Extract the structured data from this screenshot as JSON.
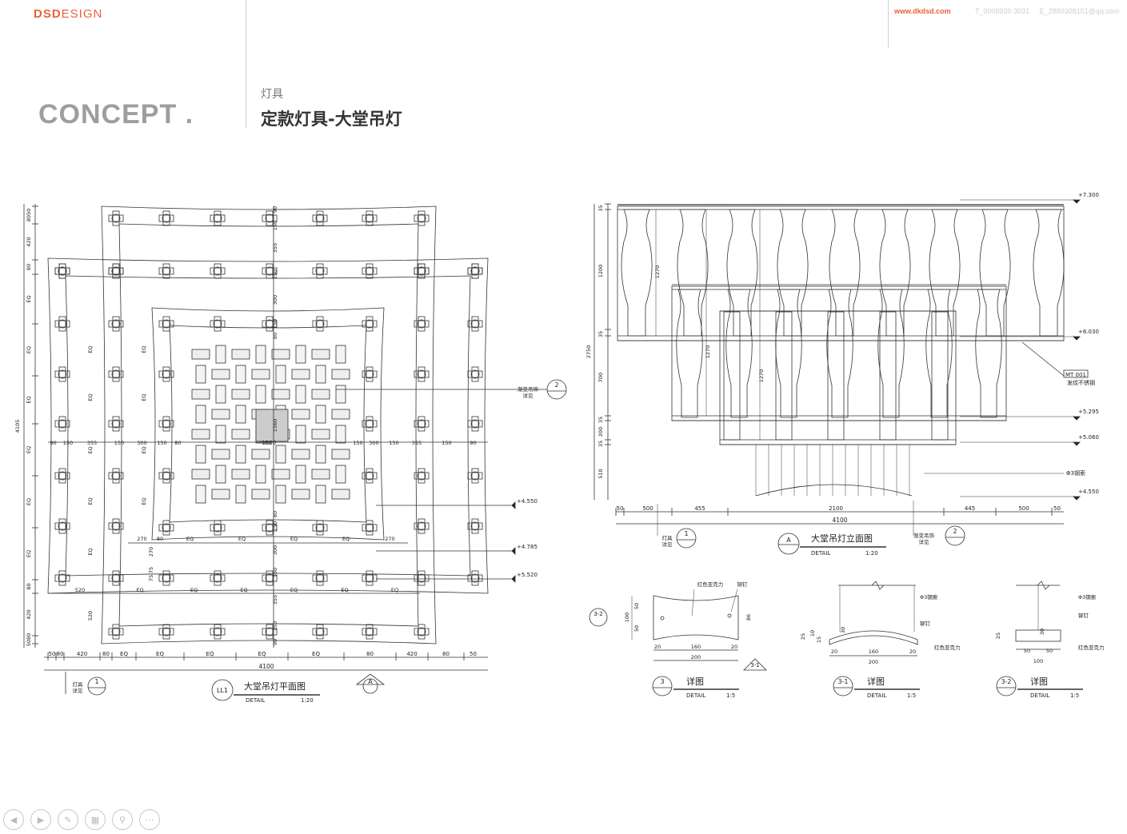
{
  "header": {
    "brand_bold": "DSD",
    "brand_rest": "ESIGN",
    "website": "www.dkdsd.com",
    "phone": "T_0008930 3031",
    "email": "E_2880308151@qq.com"
  },
  "section": {
    "concept": "CONCEPT .",
    "category": "灯具",
    "title": "定款灯具-大堂吊灯"
  },
  "plan": {
    "callout_id": "LL1",
    "title": "大堂吊灯平面图",
    "detail": "DETAIL",
    "scale": "1:20",
    "total_width": "4100",
    "total_height": "4105",
    "center_dim": "1560",
    "bottom_dims": [
      "50",
      "80",
      "420",
      "80",
      "EQ",
      "EQ",
      "EQ",
      "EQ",
      "EQ",
      "80",
      "420",
      "80",
      "50"
    ],
    "left_dims": [
      "80",
      "50",
      "420",
      "80",
      "EQ",
      "EQ",
      "EQ",
      "EQ",
      "EQ",
      "EQ",
      "80",
      "420",
      "50",
      "80"
    ],
    "mid_dims": [
      "90",
      "150",
      "355",
      "150",
      "300",
      "150",
      "80",
      "80",
      "150",
      "300",
      "150",
      "355",
      "150",
      "90"
    ],
    "inner_dims": [
      "270",
      "80",
      "EQ",
      "EQ",
      "EQ",
      "EQ",
      "270"
    ],
    "lower_dims": [
      "520",
      "EQ",
      "EQ",
      "EQ",
      "EQ",
      "EQ",
      "EQ"
    ],
    "vert_dims": [
      "90",
      "150",
      "355",
      "150",
      "300",
      "80",
      "150",
      "1560",
      "150",
      "80",
      "300",
      "150",
      "355",
      "150",
      "90"
    ],
    "side_dims": [
      "520",
      "270",
      "75",
      "75"
    ],
    "levels": [
      "+4.550",
      "+4.785",
      "+5.520"
    ],
    "note_a": "灯具\n详见",
    "note_a_num": "1",
    "note_b": "渐变吊饰\n详见",
    "note_b_num": "2",
    "section_mark": "A"
  },
  "elevation": {
    "callout_id": "A",
    "title": "大堂吊灯立面图",
    "detail": "DETAIL",
    "scale": "1:20",
    "levels": [
      "+7.300",
      "+6.030",
      "+5.295",
      "+5.060",
      "+4.550"
    ],
    "left_dims": [
      "35",
      "1200",
      "35",
      "700",
      "35",
      "200",
      "35",
      "510"
    ],
    "total_height": "2750",
    "inner_dims": [
      "1270",
      "1270",
      "1270"
    ],
    "bottom_dims": [
      "50",
      "500",
      "455",
      "2100",
      "445",
      "500",
      "50"
    ],
    "total_width": "4100",
    "material_code": "MT 001",
    "material_name": "发纹不锈钢",
    "cable_note": "Φ3钢索",
    "note_a": "灯具\n详见",
    "note_a_num": "1",
    "note_b": "渐变吊饰\n详见",
    "note_b_num": "2"
  },
  "details": [
    {
      "id": "3",
      "title": "详图",
      "detail": "DETAIL",
      "scale": "1:5",
      "labels": [
        "红色亚克力",
        "铆钉"
      ],
      "dims": [
        "20",
        "160",
        "20",
        "200",
        "50",
        "50",
        "100",
        "86"
      ],
      "ref": "3-1",
      "ref2": "3-2"
    },
    {
      "id": "3-1",
      "title": "详图",
      "detail": "DETAIL",
      "scale": "1:5",
      "labels": [
        "Φ3钢索",
        "铆钉",
        "红色亚克力"
      ],
      "dims": [
        "20",
        "160",
        "20",
        "200",
        "25",
        "10",
        "15",
        "30"
      ]
    },
    {
      "id": "3-2",
      "title": "详图",
      "detail": "DETAIL",
      "scale": "1:5",
      "labels": [
        "Φ3钢索",
        "铆钉",
        "红色亚克力"
      ],
      "dims": [
        "50",
        "50",
        "100",
        "25",
        "30"
      ]
    }
  ],
  "toolbar": [
    "prev-icon",
    "next-icon",
    "pen-icon",
    "grid-icon",
    "zoom-icon",
    "more-icon"
  ]
}
